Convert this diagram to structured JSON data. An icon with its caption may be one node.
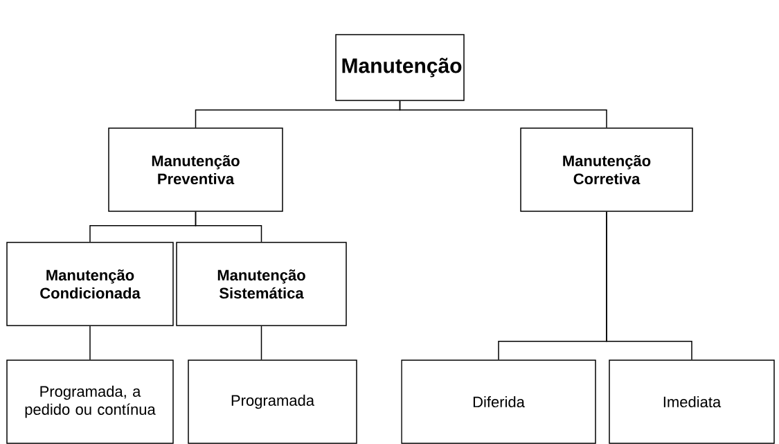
{
  "diagram": {
    "nodes": [
      {
        "text": [
          "Manutenção"
        ]
      },
      {
        "text": [
          "Manutenção Preventiva"
        ]
      },
      {
        "text": [
          "Manutenção Corretiva"
        ]
      },
      {
        "text": [
          "Manutenção Condicionada"
        ]
      },
      {
        "text": [
          "Manutenção Sistemática"
        ]
      },
      {
        "text": [
          "Programada, a pedido ou contínua"
        ]
      },
      {
        "text": [
          "Programada"
        ]
      },
      {
        "text": [
          "Diferida"
        ]
      },
      {
        "text": [
          "Imediata"
        ]
      }
    ],
    "edges": [
      {
        "from": 0,
        "to": 1,
        "arrow": "none"
      },
      {
        "from": 0,
        "to": 2,
        "arrow": "none"
      },
      {
        "from": 1,
        "to": 3,
        "arrow": "none"
      },
      {
        "from": 1,
        "to": 4,
        "arrow": "none"
      },
      {
        "from": 3,
        "to": 5,
        "arrow": "none"
      },
      {
        "from": 4,
        "to": 6,
        "arrow": "none"
      },
      {
        "from": 2,
        "to": 7,
        "arrow": "none"
      },
      {
        "from": 2,
        "to": 8,
        "arrow": "none"
      }
    ]
  }
}
